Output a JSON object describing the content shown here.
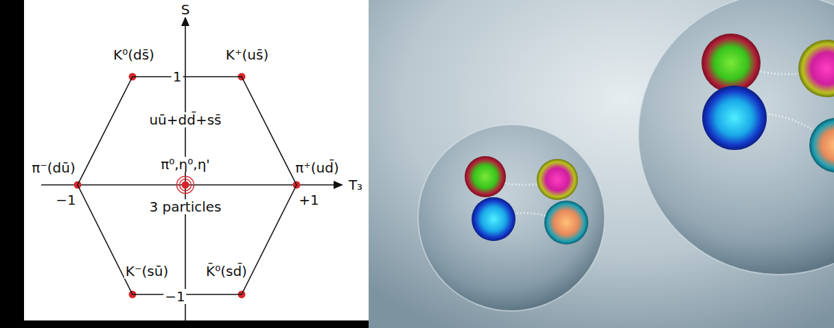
{
  "diagram": {
    "nodes": [
      {
        "text": [
          "uū+dd̄+ss̄",
          "π⁰,η⁰,η'",
          "3 particles"
        ]
      }
    ],
    "labels": [
      "S",
      "T₃",
      "K⁰(ds̄)",
      "K⁺(us̄)",
      "π⁻(dū)",
      "π⁺(ud̄)",
      "K⁻(sū)",
      "K̄⁰(sd̄)",
      "1",
      "−1",
      "+1",
      "−1"
    ]
  }
}
